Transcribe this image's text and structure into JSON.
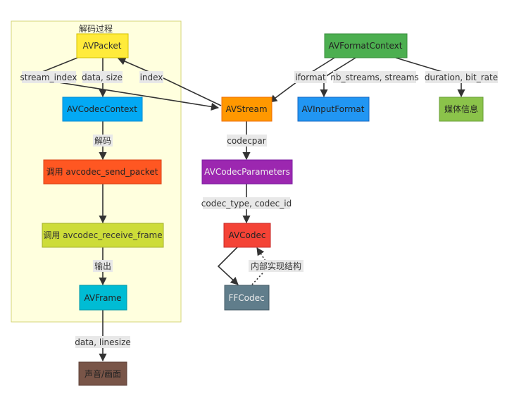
{
  "group": {
    "title": "解码过程"
  },
  "nodes": {
    "avpacket": {
      "label": "AVPacket",
      "fill": "#ffeb3b",
      "stroke": "#d6c200",
      "text": "#333333"
    },
    "avcodeccontext": {
      "label": "AVCodecContext",
      "fill": "#03a9f4",
      "stroke": "#0288d1",
      "text": "#222222"
    },
    "send": {
      "label": "调用 avcodec_send_packet",
      "fill": "#ff5722",
      "stroke": "#d84315",
      "text": "#222222"
    },
    "receive": {
      "label": "调用 avcodec_receive_frame",
      "fill": "#cddc39",
      "stroke": "#a4b12c",
      "text": "#333333"
    },
    "avframe": {
      "label": "AVFrame",
      "fill": "#00bcd4",
      "stroke": "#0097a7",
      "text": "#222222"
    },
    "sound": {
      "label": "声音/画面",
      "fill": "#795548",
      "stroke": "#5d4037",
      "text": "#222222"
    },
    "avformatcontext": {
      "label": "AVFormatContext",
      "fill": "#4caf50",
      "stroke": "#388e3c",
      "text": "#222222"
    },
    "avstream": {
      "label": "AVStream",
      "fill": "#ff9800",
      "stroke": "#ef6c00",
      "text": "#222222"
    },
    "avinputformat": {
      "label": "AVInputFormat",
      "fill": "#2196f3",
      "stroke": "#1565c0",
      "text": "#222222"
    },
    "media": {
      "label": "媒体信息",
      "fill": "#8bc34a",
      "stroke": "#689f38",
      "text": "#222222"
    },
    "avcodecparameters": {
      "label": "AVCodecParameters",
      "fill": "#9c27b0",
      "stroke": "#7b1fa2",
      "text": "#eeeeee"
    },
    "avcodec": {
      "label": "AVCodec",
      "fill": "#f44336",
      "stroke": "#c62828",
      "text": "#222222"
    },
    "ffcodec": {
      "label": "FFCodec",
      "fill": "#607d8b",
      "stroke": "#455a64",
      "text": "#eeeeee"
    }
  },
  "edge_labels": {
    "stream_index": "stream_index",
    "data_size": "data, size",
    "index": "index",
    "decode": "解码",
    "output": "输出",
    "data_linesize": "data, linesize",
    "iformat": "iformat",
    "nb_streams": "nb_streams, streams",
    "duration": "duration, bit_rate",
    "codecpar": "codecpar",
    "codec_type": "codec_type, codec_id",
    "internal": "内部实现结构"
  },
  "colors": {
    "group_fill": "#ffffde",
    "group_stroke": "#d4d47a",
    "edge": "#333333",
    "label_bg": "#e8e8e8"
  }
}
